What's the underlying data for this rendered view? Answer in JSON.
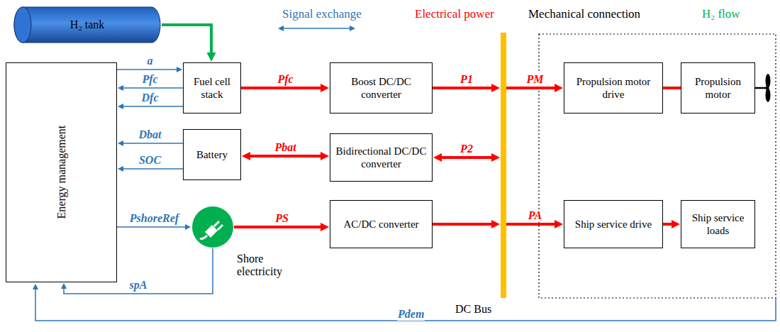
{
  "diagram": {
    "nodes": [
      {
        "text": [
          "H₂ tank"
        ]
      },
      {
        "text": [
          "Energy management"
        ]
      },
      {
        "text": [
          "Fuel cell stack"
        ]
      },
      {
        "text": [
          "Boost DC/DC converter"
        ]
      },
      {
        "text": [
          "Battery"
        ]
      },
      {
        "text": [
          "Bidirectional DC/DC converter"
        ]
      },
      {
        "text": [
          "Shore electricity"
        ]
      },
      {
        "text": [
          "AC/DC converter"
        ]
      },
      {
        "text": [
          "DC Bus"
        ]
      },
      {
        "text": [
          "Propulsion motor drive"
        ]
      },
      {
        "text": [
          "Propulsion motor"
        ]
      },
      {
        "text": [
          "Ship service drive"
        ]
      },
      {
        "text": [
          "Ship service loads"
        ]
      }
    ],
    "edges": [
      {
        "from": 0,
        "to": 2,
        "arrow": "to"
      },
      {
        "from": 1,
        "to": 2,
        "label": "a",
        "arrow": "to"
      },
      {
        "from": 2,
        "to": 1,
        "label": "Pfc",
        "arrow": "to"
      },
      {
        "from": 2,
        "to": 1,
        "label": "Dfc",
        "arrow": "to"
      },
      {
        "from": 4,
        "to": 1,
        "label": "Dbat",
        "arrow": "to"
      },
      {
        "from": 4,
        "to": 1,
        "label": "SOC",
        "arrow": "to"
      },
      {
        "from": 1,
        "to": 6,
        "label": "PshoreRef",
        "arrow": "to"
      },
      {
        "from": 6,
        "to": 1,
        "label": "spA",
        "arrow": "to"
      },
      {
        "from": 2,
        "to": 3,
        "label": "Pfc",
        "arrow": "to"
      },
      {
        "from": 3,
        "to": 8,
        "label": "P1",
        "arrow": "to"
      },
      {
        "from": 4,
        "to": 5,
        "label": "Pbat",
        "arrow": "both"
      },
      {
        "from": 5,
        "to": 8,
        "label": "P2",
        "arrow": "both"
      },
      {
        "from": 6,
        "to": 7,
        "label": "PS",
        "arrow": "to"
      },
      {
        "from": 7,
        "to": 8,
        "arrow": "to"
      },
      {
        "from": 8,
        "to": 9,
        "label": "PM",
        "arrow": "to"
      },
      {
        "from": 9,
        "to": 10,
        "arrow": "none"
      },
      {
        "from": 8,
        "to": 11,
        "label": "PA",
        "arrow": "to"
      },
      {
        "from": 11,
        "to": 12,
        "arrow": "to"
      }
    ],
    "labels": [
      "Pdem"
    ],
    "legend": [
      {
        "text": "Signal exchange"
      },
      {
        "text": "Electrical power"
      },
      {
        "text": "Mechanical connection"
      },
      {
        "text": "H₂ flow"
      }
    ]
  }
}
